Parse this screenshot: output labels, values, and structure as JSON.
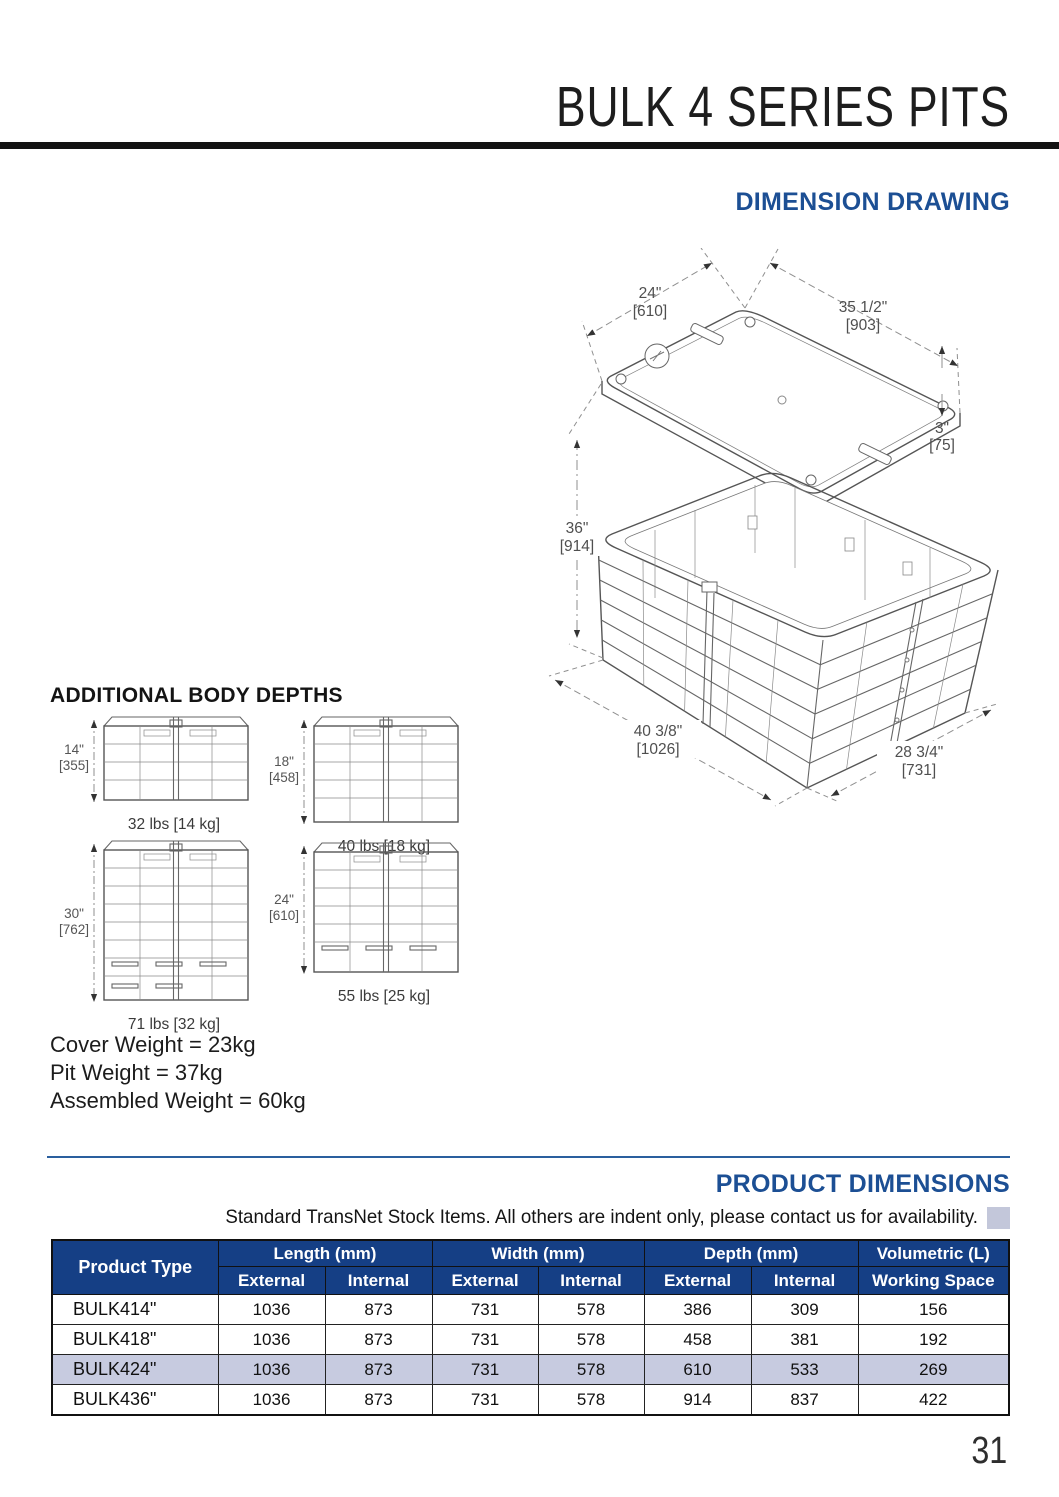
{
  "header": {
    "title": "BULK 4 SERIES PITS"
  },
  "dimension_drawing": {
    "heading": "DIMENSION DRAWING",
    "labels": {
      "lid_width_in": "24\"",
      "lid_width_mm": "[610]",
      "lid_length_in": "35 1/2\"",
      "lid_length_mm": "[903]",
      "lid_thickness_in": "3\"",
      "lid_thickness_mm": "[75]",
      "body_depth_in": "36\"",
      "body_depth_mm": "[914]",
      "body_length_in": "40 3/8\"",
      "body_length_mm": "[1026]",
      "body_width_in": "28 3/4\"",
      "body_width_mm": "[731]"
    }
  },
  "additional_body_depths": {
    "heading": "ADDITIONAL BODY DEPTHS",
    "variants": [
      {
        "depth_in": "14\"",
        "depth_mm": "[355]",
        "weight": "32 lbs [14 kg]"
      },
      {
        "depth_in": "18\"",
        "depth_mm": "[458]",
        "weight": "40 lbs [18 kg]"
      },
      {
        "depth_in": "30\"",
        "depth_mm": "[762]",
        "weight": "71 lbs [32 kg]"
      },
      {
        "depth_in": "24\"",
        "depth_mm": "[610]",
        "weight": "55 lbs [25 kg]"
      }
    ]
  },
  "weights": {
    "cover": "Cover Weight = 23kg",
    "pit": "Pit Weight = 37kg",
    "assembled": "Assembled Weight = 60kg"
  },
  "product_dimensions": {
    "heading": "PRODUCT DIMENSIONS",
    "note": "Standard TransNet Stock Items.  All others are indent only, please contact us for availability.",
    "table": {
      "col_product": "Product Type",
      "groups": [
        "Length (mm)",
        "Width (mm)",
        "Depth (mm)"
      ],
      "volumetric": "Volumetric (L)",
      "sub_external": "External",
      "sub_internal": "Internal",
      "sub_working": "Working Space",
      "rows": [
        {
          "type": "BULK414\"",
          "len_ext": "1036",
          "len_int": "873",
          "wid_ext": "731",
          "wid_int": "578",
          "dep_ext": "386",
          "dep_int": "309",
          "vol": "156",
          "highlight": false
        },
        {
          "type": "BULK418\"",
          "len_ext": "1036",
          "len_int": "873",
          "wid_ext": "731",
          "wid_int": "578",
          "dep_ext": "458",
          "dep_int": "381",
          "vol": "192",
          "highlight": false
        },
        {
          "type": "BULK424\"",
          "len_ext": "1036",
          "len_int": "873",
          "wid_ext": "731",
          "wid_int": "578",
          "dep_ext": "610",
          "dep_int": "533",
          "vol": "269",
          "highlight": true
        },
        {
          "type": "BULK436\"",
          "len_ext": "1036",
          "len_int": "873",
          "wid_ext": "731",
          "wid_int": "578",
          "dep_ext": "914",
          "dep_int": "837",
          "vol": "422",
          "highlight": false
        }
      ]
    }
  },
  "page": {
    "number": "31"
  },
  "colors": {
    "accent_blue": "#1c4f94",
    "table_header_navy": "#153f85",
    "highlight_row": "#c7cbe0",
    "legend_square": "#c3c7da",
    "rule_black": "#131313"
  }
}
